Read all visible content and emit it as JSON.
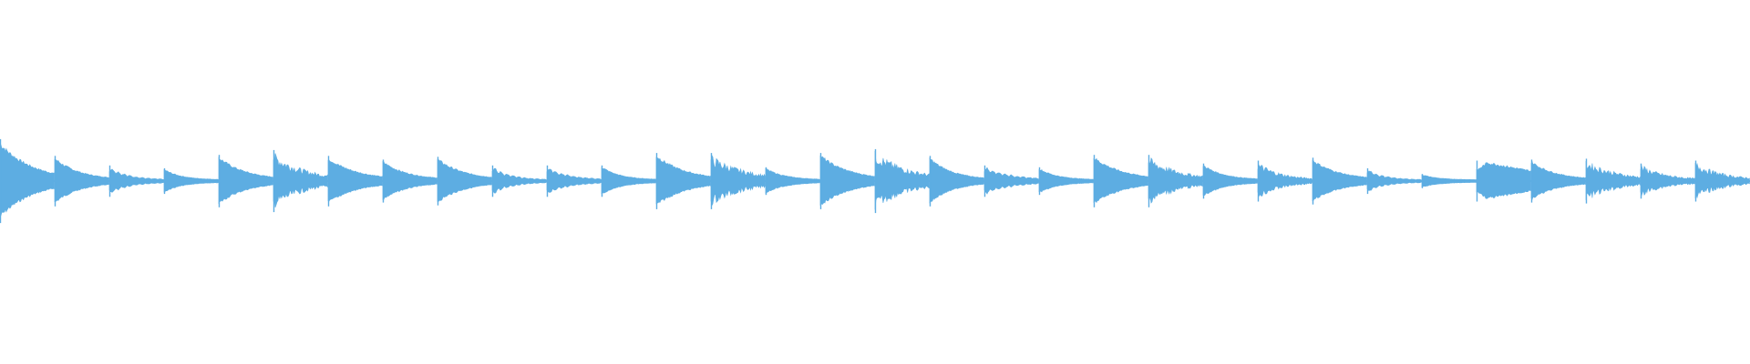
{
  "waveform": {
    "color": "#5dade2",
    "background": "#ffffff",
    "segments": [
      {
        "peak": 0.85,
        "decay": 0.45,
        "texture": "smooth"
      },
      {
        "peak": 0.5,
        "decay": 0.6,
        "texture": "smooth"
      },
      {
        "peak": 0.3,
        "decay": 0.8,
        "texture": "tremolo"
      },
      {
        "peak": 0.24,
        "decay": 0.9,
        "texture": "smooth"
      },
      {
        "peak": 0.52,
        "decay": 0.55,
        "texture": "smooth"
      },
      {
        "peak": 0.62,
        "decay": 0.45,
        "texture": "spiky"
      },
      {
        "peak": 0.5,
        "decay": 0.5,
        "texture": "smooth"
      },
      {
        "peak": 0.42,
        "decay": 0.6,
        "texture": "smooth"
      },
      {
        "peak": 0.48,
        "decay": 0.55,
        "texture": "smooth"
      },
      {
        "peak": 0.3,
        "decay": 0.85,
        "texture": "tremolo"
      },
      {
        "peak": 0.3,
        "decay": 0.7,
        "texture": "tremolo"
      },
      {
        "peak": 0.3,
        "decay": 0.85,
        "texture": "smooth"
      },
      {
        "peak": 0.56,
        "decay": 0.5,
        "texture": "smooth"
      },
      {
        "peak": 0.56,
        "decay": 0.4,
        "texture": "spiky"
      },
      {
        "peak": 0.26,
        "decay": 0.8,
        "texture": "smooth"
      },
      {
        "peak": 0.56,
        "decay": 0.5,
        "texture": "smooth"
      },
      {
        "peak": 0.64,
        "decay": 0.4,
        "texture": "spiky"
      },
      {
        "peak": 0.5,
        "decay": 0.65,
        "texture": "smooth"
      },
      {
        "peak": 0.3,
        "decay": 0.55,
        "texture": "tremolo"
      },
      {
        "peak": 0.26,
        "decay": 0.85,
        "texture": "smooth"
      },
      {
        "peak": 0.52,
        "decay": 0.5,
        "texture": "smooth"
      },
      {
        "peak": 0.52,
        "decay": 0.45,
        "texture": "spiky"
      },
      {
        "peak": 0.34,
        "decay": 0.75,
        "texture": "smooth"
      },
      {
        "peak": 0.4,
        "decay": 0.65,
        "texture": "spiky"
      },
      {
        "peak": 0.46,
        "decay": 0.55,
        "texture": "smooth"
      },
      {
        "peak": 0.24,
        "decay": 0.9,
        "texture": "tremolo"
      },
      {
        "peak": 0.12,
        "decay": 1.0,
        "texture": "smooth"
      },
      {
        "peak": 0.4,
        "decay": 0.9,
        "texture": "swell"
      },
      {
        "peak": 0.42,
        "decay": 0.6,
        "texture": "smooth"
      },
      {
        "peak": 0.44,
        "decay": 0.45,
        "texture": "spiky"
      },
      {
        "peak": 0.34,
        "decay": 0.6,
        "texture": "spiky"
      },
      {
        "peak": 0.4,
        "decay": 0.55,
        "texture": "spiky"
      }
    ]
  }
}
